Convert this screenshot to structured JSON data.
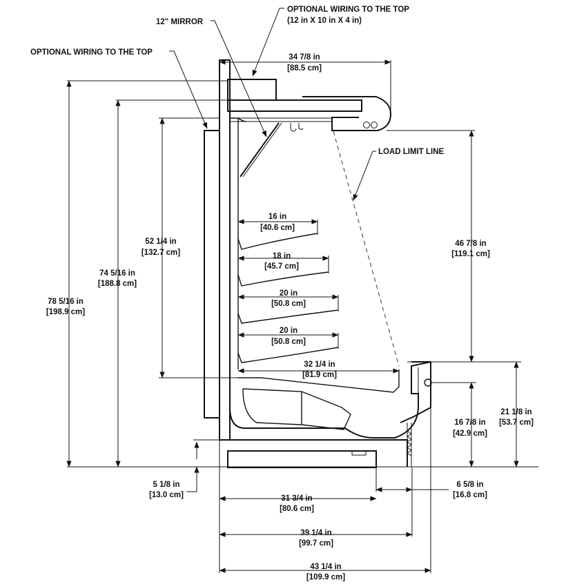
{
  "labels": {
    "wiring_top_right_1": "OPTIONAL WIRING TO THE TOP",
    "wiring_top_right_2": "(12 in X 10 in X 4 in)",
    "mirror": "12\" MIRROR",
    "wiring_top_left": "OPTIONAL WIRING TO THE TOP",
    "load_limit": "LOAD LIMIT LINE"
  },
  "dimensions": {
    "top_depth": {
      "in": "34 7/8 in",
      "cm": "[88.5 cm]"
    },
    "overall_height": {
      "in": "78 5/16 in",
      "cm": "[198.9 cm]"
    },
    "canopy_height": {
      "in": "74 5/16 in",
      "cm": "[188.8 cm]"
    },
    "display_height": {
      "in": "52 1/4 in",
      "cm": "[132.7 cm]"
    },
    "shelf_1": {
      "in": "16 in",
      "cm": "[40.6 cm]"
    },
    "shelf_2": {
      "in": "18 in",
      "cm": "[45.7 cm]"
    },
    "shelf_3": {
      "in": "20 in",
      "cm": "[50.8 cm]"
    },
    "shelf_4": {
      "in": "20 in",
      "cm": "[50.8 cm]"
    },
    "well_depth": {
      "in": "32 1/4 in",
      "cm": "[81.9 cm]"
    },
    "open_height": {
      "in": "46 7/8 in",
      "cm": "[119.1 cm]"
    },
    "front_height": {
      "in": "21 1/8 in",
      "cm": "[53.7 cm]"
    },
    "bumper_height": {
      "in": "16 7/8 in",
      "cm": "[42.9 cm]"
    },
    "base_height": {
      "in": "5 1/8 in",
      "cm": "[13.0 cm]"
    },
    "front_offset": {
      "in": "6 5/8 in",
      "cm": "[16.8 cm]"
    },
    "base_depth": {
      "in": "31 3/4 in",
      "cm": "[80.6 cm]"
    },
    "case_depth": {
      "in": "39 1/4 in",
      "cm": "[99.7 cm]"
    },
    "overall_depth": {
      "in": "43 1/4 in",
      "cm": "[109.9 cm]"
    }
  }
}
